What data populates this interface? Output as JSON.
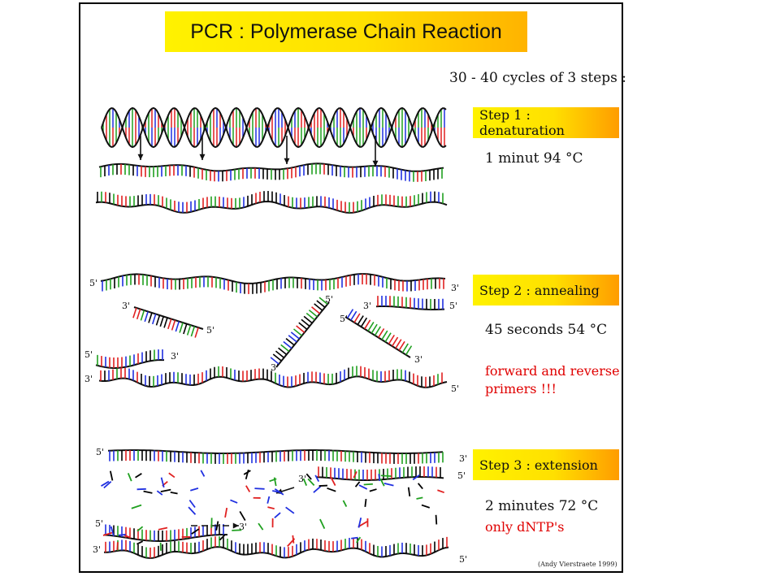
{
  "title": "PCR : Polymerase Chain Reaction",
  "cycles_text": "30 - 40 cycles of 3 steps :",
  "steps": [
    {
      "label": "Step 1 : denaturation",
      "condition": "1 minut 94 °C"
    },
    {
      "label": "Step 2 : annealing",
      "condition": "45 seconds 54 °C",
      "note_line1": "forward and reverse",
      "note_line2": "primers !!!"
    },
    {
      "label": "Step 3 : extension",
      "condition": "2 minutes 72 °C",
      "note": "only dNTP's"
    }
  ],
  "end_labels": {
    "five": "5'",
    "three": "3'"
  },
  "credit": "(Andy Vierstraete 1999)",
  "colors": {
    "highlight": "#ffe000",
    "highlight_edge": "#ff9c00",
    "note": "#e00000",
    "nucleotides": [
      "#e02020",
      "#20a020",
      "#2030e0",
      "#000000"
    ]
  }
}
